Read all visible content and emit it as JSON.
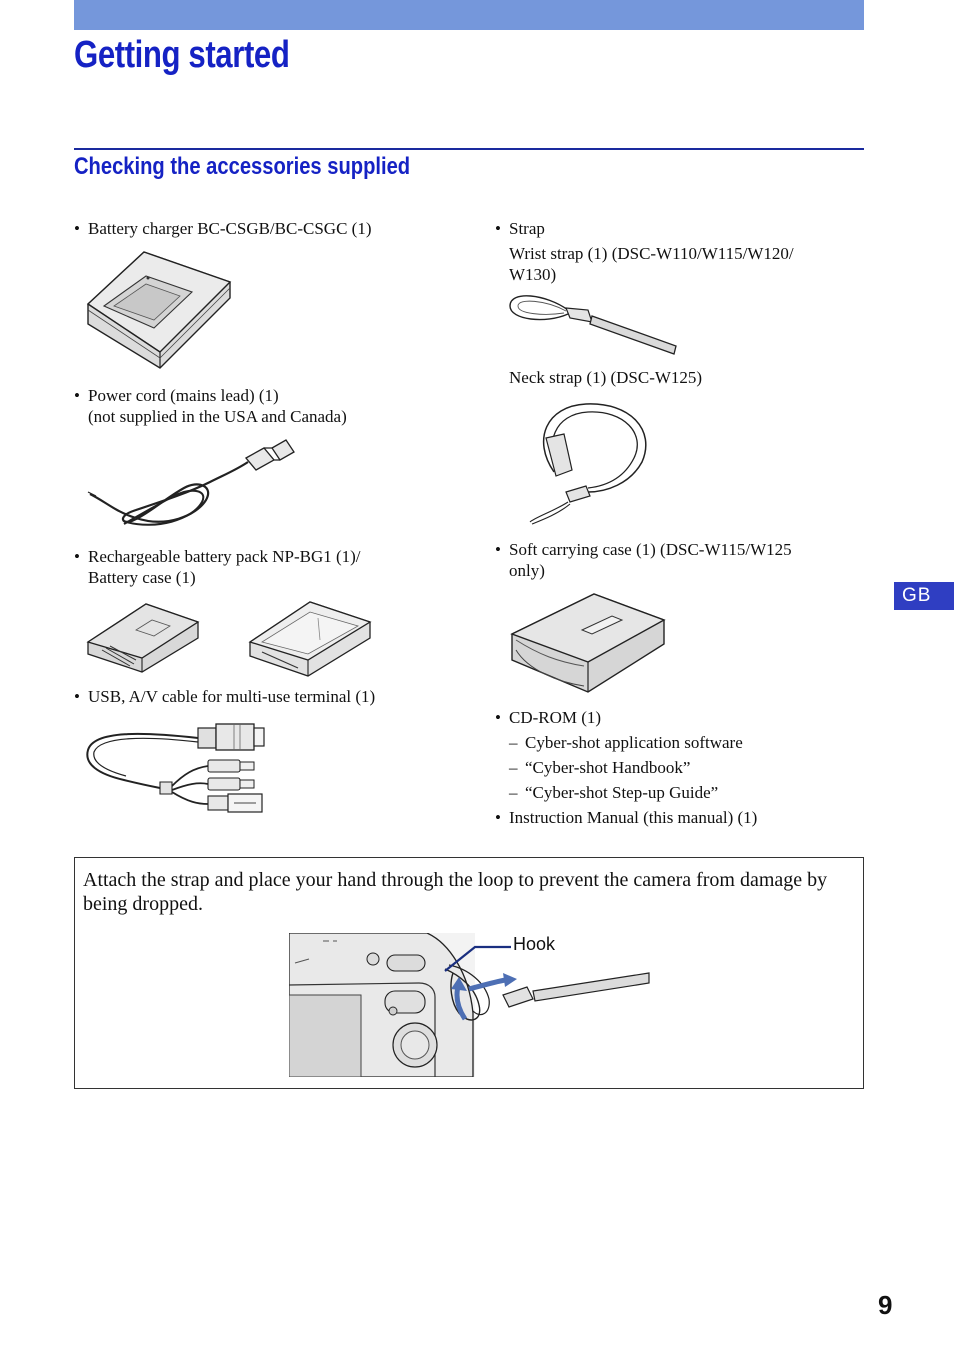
{
  "header": {
    "title": "Getting started",
    "section_title": "Checking the accessories supplied",
    "side_tab": "GB",
    "page_number": "9"
  },
  "left_column": {
    "charger": "Battery charger BC-CSGB/BC-CSGC (1)",
    "power_cord_1": "Power cord (mains lead) (1)",
    "power_cord_2": "(not supplied in the USA and Canada)",
    "battery_1": "Rechargeable battery pack NP-BG1 (1)/",
    "battery_2": "Battery case (1)",
    "usb_cable": "USB, A/V cable for multi-use terminal (1)"
  },
  "right_column": {
    "strap": "Strap",
    "wrist_strap_1": "Wrist strap (1) (DSC-W110/W115/W120/",
    "wrist_strap_2": "W130)",
    "neck_strap": "Neck strap (1) (DSC-W125)",
    "case_1": "Soft carrying case (1) (DSC-W115/W125",
    "case_2": "only)",
    "cdrom": "CD-ROM (1)",
    "cdrom_items": [
      "Cyber-shot application software",
      "“Cyber-shot Handbook”",
      "“Cyber-shot Step-up Guide”"
    ],
    "manual": "Instruction Manual (this manual) (1)"
  },
  "note": {
    "text": "Attach the strap and place your hand through the loop to prevent the camera from damage by being dropped.",
    "hook_label": "Hook"
  },
  "colors": {
    "title_blue": "#1522c4",
    "top_bar": "#7597db",
    "rule": "#1a2a9e",
    "tab": "#2f3ec2"
  }
}
